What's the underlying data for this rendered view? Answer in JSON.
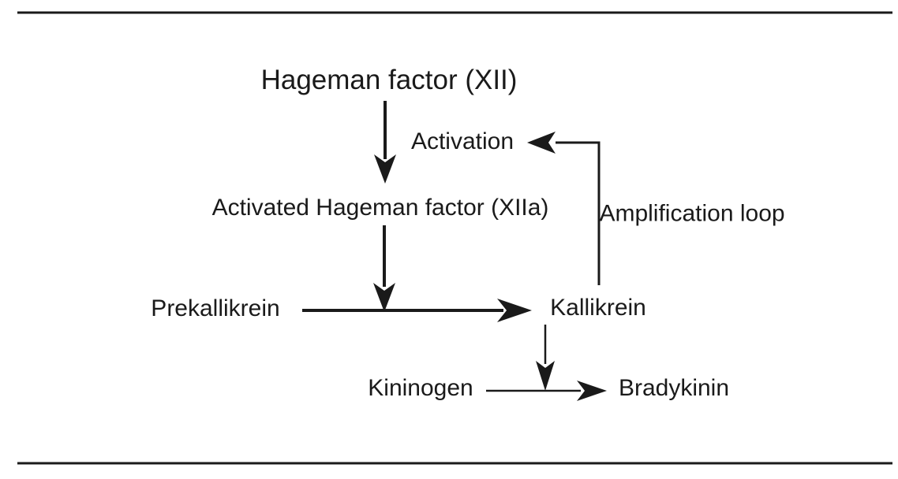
{
  "diagram": {
    "nodes": {
      "hageman": "Hageman factor (XII)",
      "activated_hageman": "Activated Hageman factor (XIIa)",
      "prekallikrein": "Prekallikrein",
      "kallikrein": "Kallikrein",
      "kininogen": "Kininogen",
      "bradykinin": "Bradykinin"
    },
    "labels": {
      "activation": "Activation",
      "amplification_loop": "Amplification loop"
    },
    "edges": [
      {
        "from": "Hageman factor (XII)",
        "to": "Activated Hageman factor (XIIa)",
        "label": "Activation"
      },
      {
        "from": "Prekallikrein",
        "to": "Kallikrein"
      },
      {
        "from": "Activated Hageman factor (XIIa)",
        "to": "Prekallikrein reaction"
      },
      {
        "from": "Kallikrein",
        "to": "Activation",
        "label": "Amplification loop"
      },
      {
        "from": "Kininogen",
        "to": "Bradykinin"
      },
      {
        "from": "Kallikrein",
        "to": "Kininogen reaction"
      }
    ],
    "colors": {
      "ink": "#1a1a1a",
      "background": "#ffffff"
    }
  }
}
